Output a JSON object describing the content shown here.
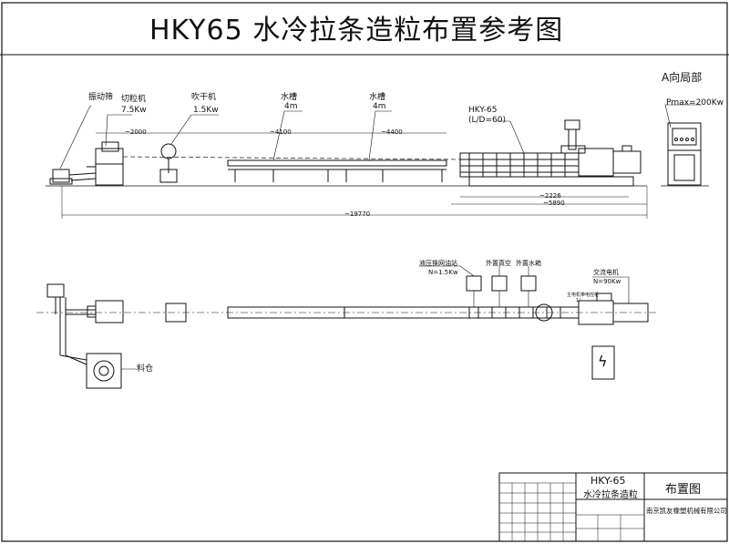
{
  "title": "HKY65  水冷拉条造粒布置参考图",
  "view_a": "A向局部",
  "power_max": "Pmax=200Kw",
  "elevation_labels": {
    "vibrating_screen": "振动筛",
    "pelletizer": "切粒机",
    "pelletizer_power": "7.5Kw",
    "blower": "吹干机",
    "blower_power": "1.5Kw",
    "water_tank_1": "水槽",
    "water_tank_1_len": "4m",
    "water_tank_2": "水槽",
    "water_tank_2_len": "4m",
    "extruder": "HKY-65",
    "extruder_ld": "(L/D=60)"
  },
  "dimensions": {
    "d_2000": "~2000",
    "d_4100": "~4100",
    "d_4400": "~4400",
    "d_2226": "~2226",
    "d_5890": "~5890",
    "d_19770": "~19770"
  },
  "plan_labels": {
    "hydraulic_station": "液压换网油站",
    "hydraulic_power": "N=1.5Kw",
    "vacuum": "外置真空",
    "water_pump": "外置水箱",
    "motor": "交流电机",
    "motor_power": "N=90Kw",
    "motor_note": "主电机带电控柜",
    "motor_note2": "1/",
    "hopper": "料仓"
  },
  "electric_symbol": "ϟ",
  "title_block": {
    "model": "HKY-65",
    "product": "水冷拉条造粒",
    "drawing_name": "布置图",
    "company": "南京凯友橡塑机械有限公司"
  }
}
